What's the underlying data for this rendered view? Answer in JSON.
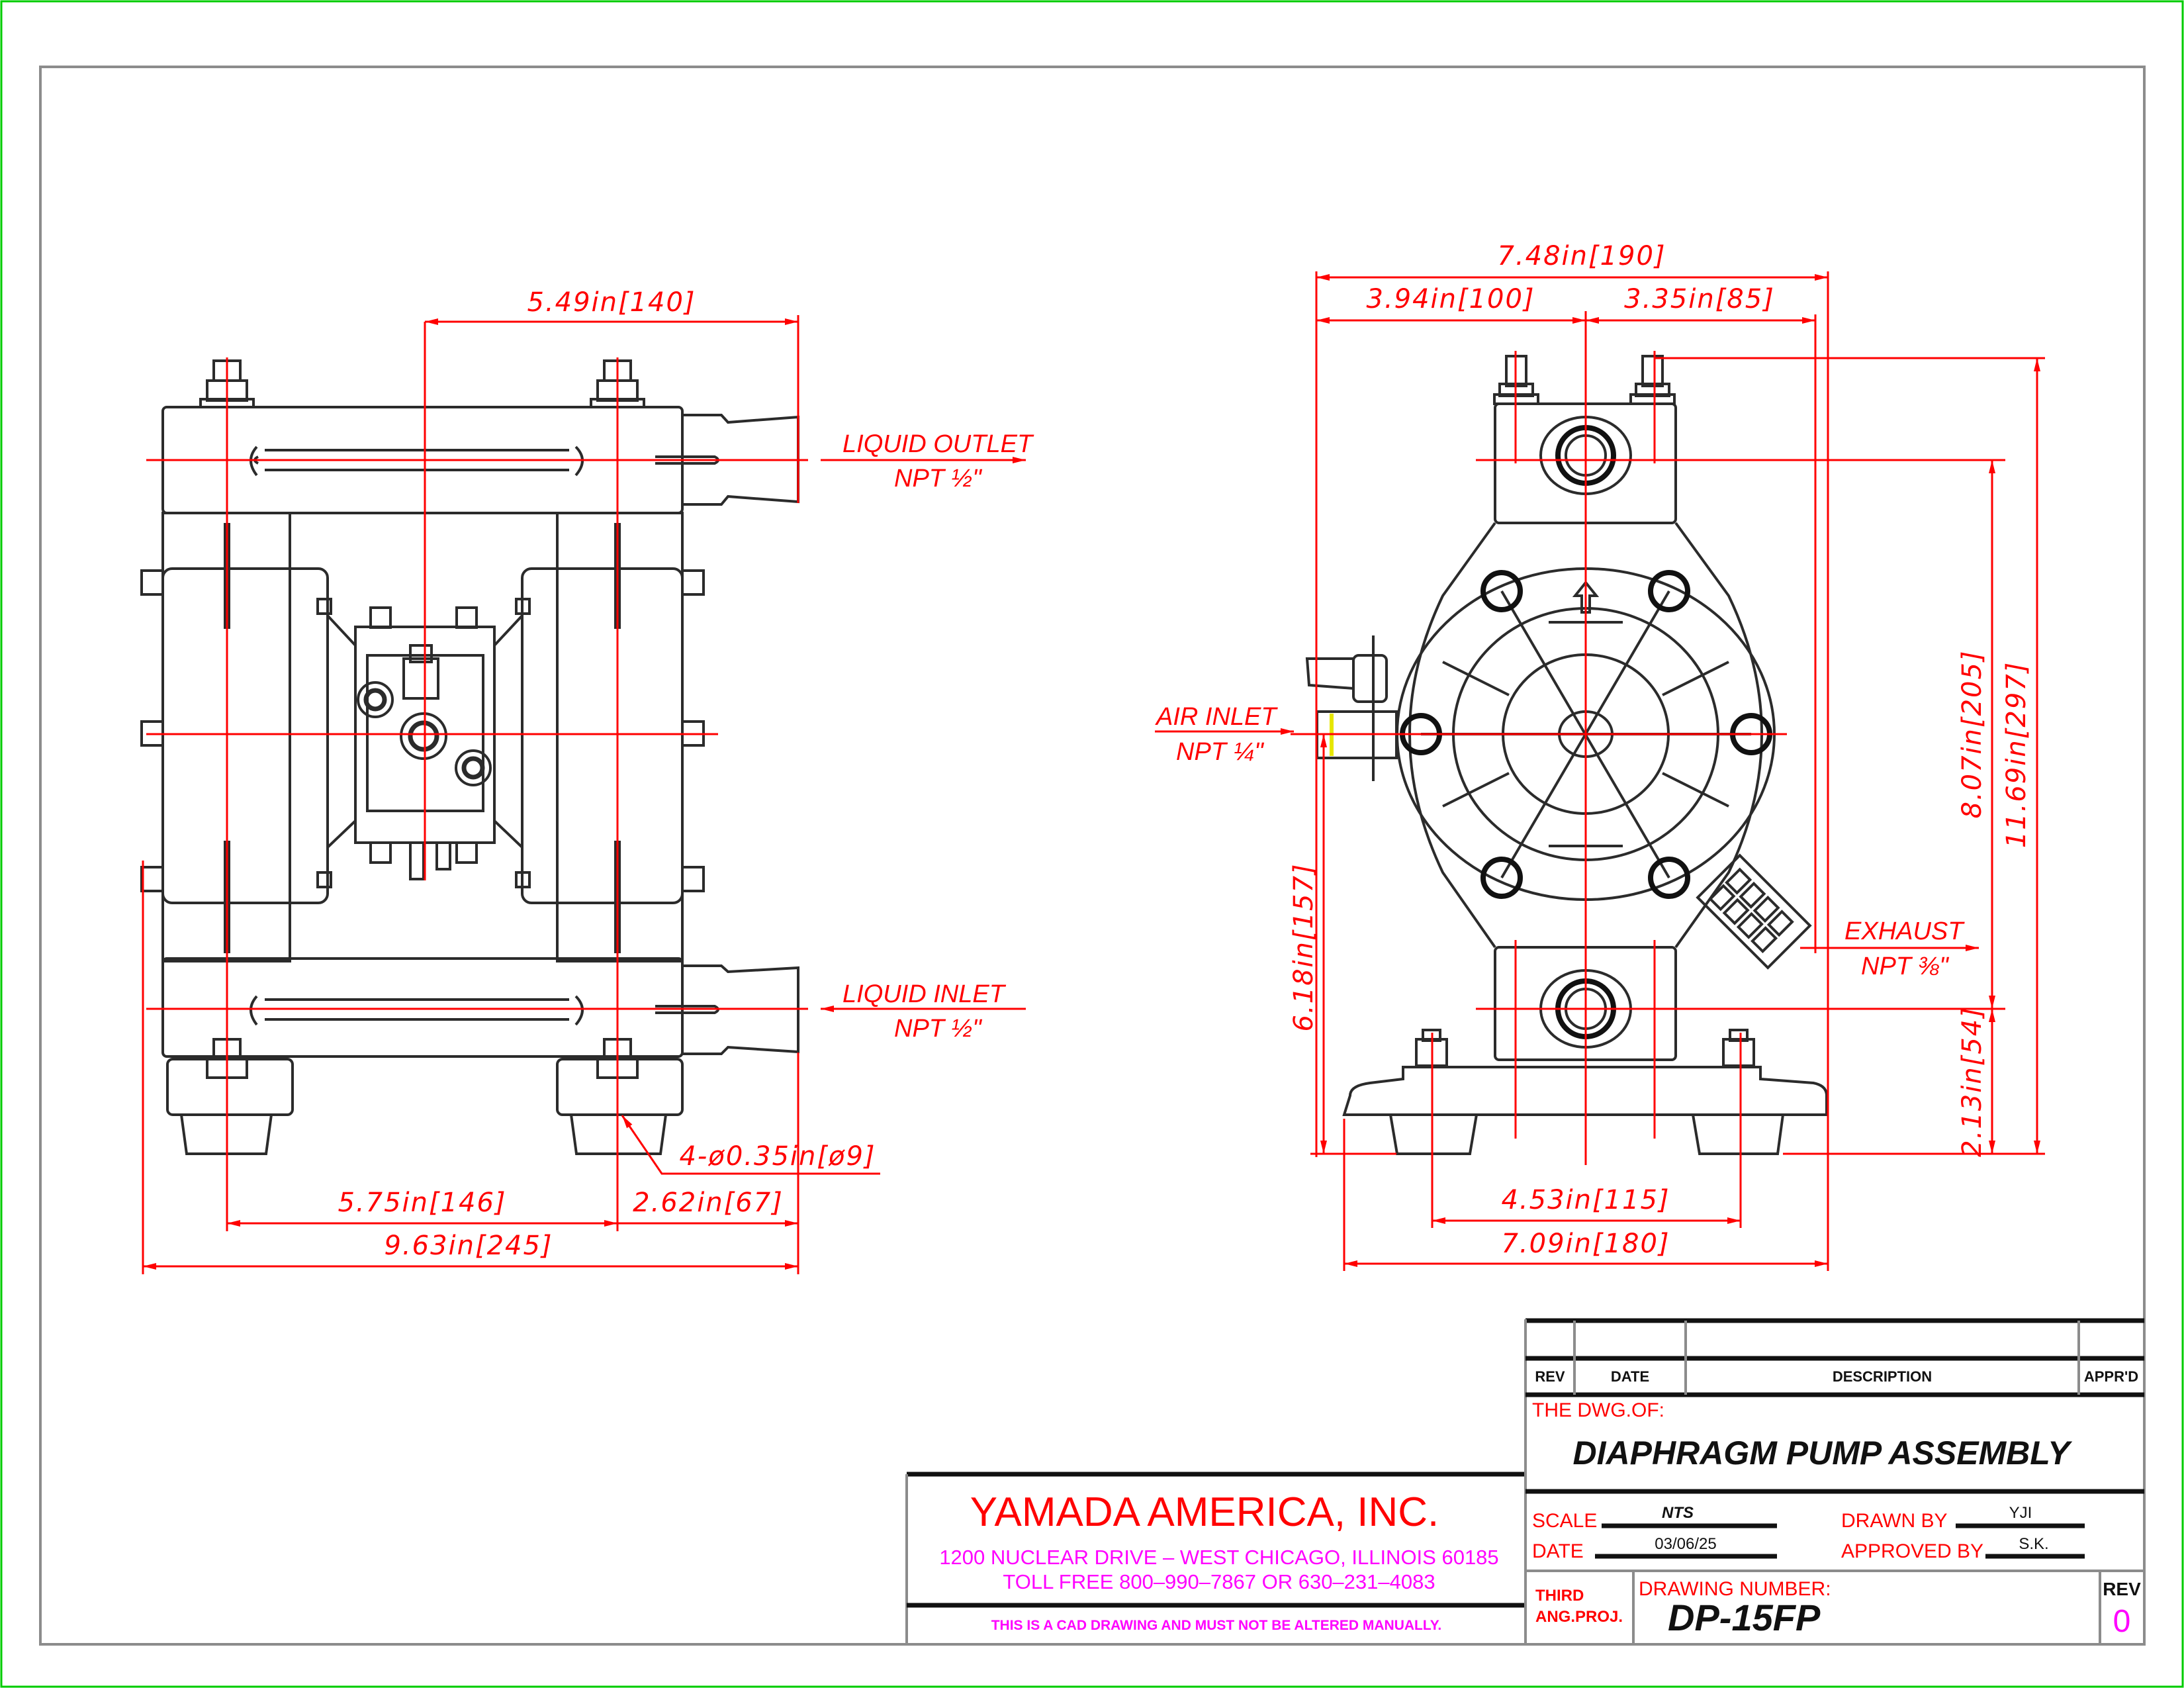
{
  "drawing": {
    "left_view": {
      "dims": {
        "top_width": "5.49in[140]",
        "foot_spacing": "5.75in[146]",
        "foot_to_port": "2.62in[67]",
        "overall_width": "9.63in[245]",
        "mount_holes": "4-ø0.35in[ø9]"
      },
      "labels": {
        "outlet": "LIQUID OUTLET",
        "outlet_size": "NPT ½\"",
        "inlet": "LIQUID INLET",
        "inlet_size": "NPT ½\""
      }
    },
    "right_view": {
      "dims": {
        "overall_width": "7.48in[190]",
        "left_offset": "3.94in[100]",
        "right_offset": "3.35in[85]",
        "port_spacing": "8.07in[205]",
        "overall_height": "11.69in[297]",
        "air_inlet_height": "6.18in[157]",
        "inlet_height": "2.13in[54]",
        "foot_spacing": "4.53in[115]",
        "base_width": "7.09in[180]"
      },
      "labels": {
        "air_inlet": "AIR INLET",
        "air_inlet_size": "NPT ¼\"",
        "exhaust": "EXHAUST",
        "exhaust_size": "NPT ⅜\""
      }
    }
  },
  "title_block": {
    "company": "YAMADA  AMERICA,  INC.",
    "address": "1200  NUCLEAR  DRIVE  –  WEST  CHICAGO,  ILLINOIS  60185",
    "phone": "TOLL  FREE  800–990–7867  OR  630–231–4083",
    "notice": "THIS  IS  A  CAD  DRAWING  AND  MUST  NOT  BE  ALTERED  MANUALLY.",
    "revision_table": {
      "headers": [
        "REV",
        "DATE",
        "DESCRIPTION",
        "APPR'D"
      ]
    },
    "dwg_of_label": "THE  DWG.OF:",
    "dwg_title": "DIAPHRAGM PUMP ASSEMBLY",
    "scale_label": "SCALE",
    "scale_value": "NTS",
    "date_label": "DATE",
    "date_value": "03/06/25",
    "drawn_by_label": "DRAWN  BY",
    "drawn_by_value": "YJI",
    "approved_by_label": "APPROVED  BY",
    "approved_by_value": "S.K.",
    "projection_line1": "THIRD",
    "projection_line2": "ANG.PROJ.",
    "drawing_number_label": "DRAWING  NUMBER:",
    "drawing_number": "DP-15FP",
    "rev_label": "REV",
    "rev_value": "0"
  },
  "colors": {
    "dimension": "#ff0000",
    "address": "#ff00ff",
    "outer_border": "#00cc00",
    "frame": "#8c8c8c"
  }
}
